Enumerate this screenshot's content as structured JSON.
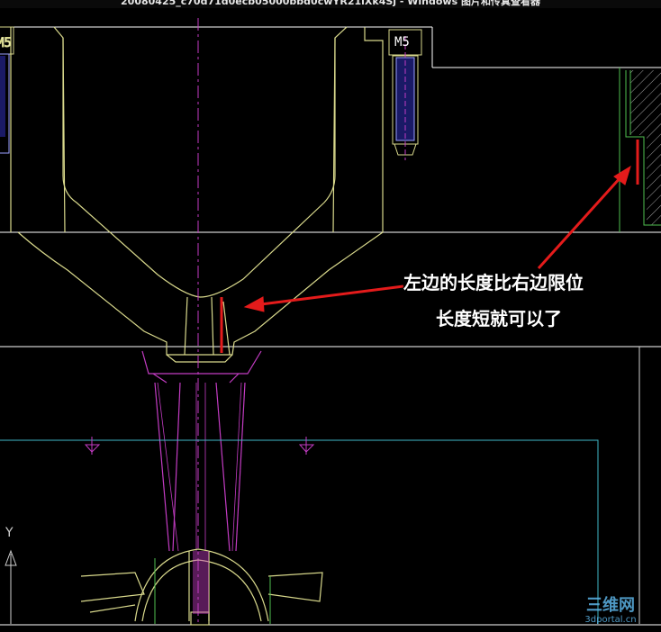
{
  "window": {
    "title": "20080425_c70d71d0ecb05000bbd0cwYR21iXk4Sj - Windows 图片和传真查看器"
  },
  "drawing": {
    "screw_label_left": "M5",
    "screw_label_right": "M5",
    "axis_label": "Y"
  },
  "annotation": {
    "line1": "左边的长度比右边限位",
    "line2": "长度短就可以了",
    "arrow_color": "#e41b1b"
  },
  "watermark": {
    "brand": "三维网",
    "domain": "3dportal.cn"
  },
  "colors": {
    "background": "#000000",
    "part_outline": "#d9d98c",
    "centerline": "#c33cc3",
    "mold_plate": "#3fb7c7",
    "hatch": "#bfbfbf"
  }
}
